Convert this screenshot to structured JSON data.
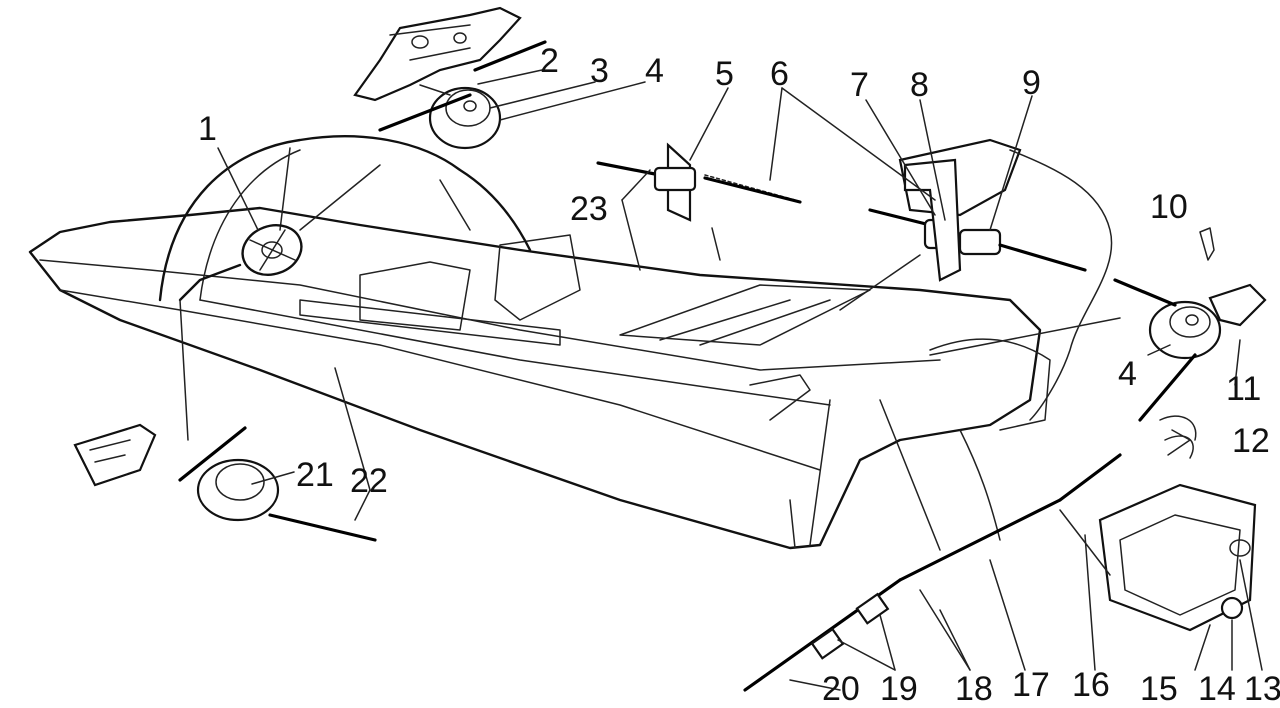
{
  "labels": [
    "1",
    "2",
    "3",
    "4",
    "5",
    "6",
    "7",
    "8",
    "9",
    "10",
    "11",
    "4",
    "12",
    "13",
    "14",
    "15",
    "16",
    "17",
    "18",
    "19",
    "20",
    "21",
    "22",
    "23"
  ]
}
